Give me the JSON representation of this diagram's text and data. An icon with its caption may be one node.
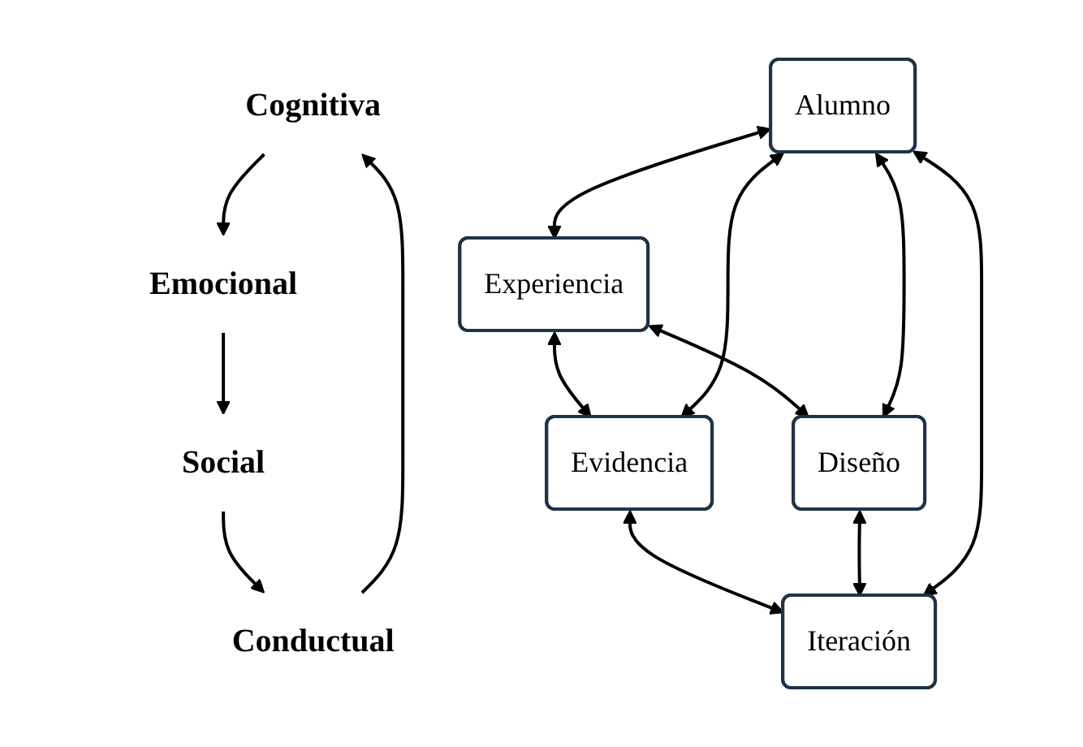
{
  "diagram": {
    "nodes": [
      {
        "text": [
          "Cognitiva"
        ]
      },
      {
        "text": [
          "Emocional"
        ]
      },
      {
        "text": [
          "Social"
        ]
      },
      {
        "text": [
          "Conductual"
        ]
      },
      {
        "text": [
          "Experiencia"
        ]
      },
      {
        "text": [
          "Evidencia"
        ]
      },
      {
        "text": [
          "Alumno"
        ]
      },
      {
        "text": [
          "Diseño"
        ]
      },
      {
        "text": [
          "Iteración"
        ]
      }
    ],
    "edges": [
      {
        "from": 0,
        "to": 1,
        "arrow": "to"
      },
      {
        "from": 1,
        "to": 2,
        "arrow": "to"
      },
      {
        "from": 2,
        "to": 3,
        "arrow": "to"
      },
      {
        "from": 3,
        "to": 0,
        "arrow": "to"
      },
      {
        "from": 4,
        "to": 5,
        "arrow": "both"
      },
      {
        "from": 4,
        "to": 7,
        "arrow": "both"
      },
      {
        "from": 5,
        "to": 8,
        "arrow": "both"
      },
      {
        "from": 7,
        "to": 8,
        "arrow": "both"
      },
      {
        "from": 6,
        "to": 4,
        "arrow": "both"
      },
      {
        "from": 6,
        "to": 5,
        "arrow": "both"
      },
      {
        "from": 6,
        "to": 7,
        "arrow": "both"
      },
      {
        "from": 6,
        "to": 8,
        "arrow": "both"
      }
    ]
  }
}
